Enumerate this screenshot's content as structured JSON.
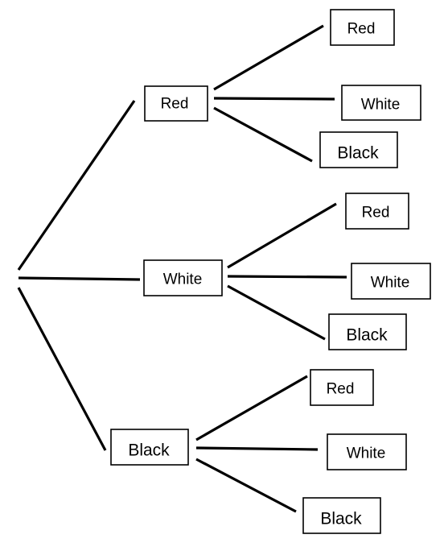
{
  "tree": {
    "branches": [
      {
        "label": "Red",
        "children": [
          {
            "label": "Red"
          },
          {
            "label": "White"
          },
          {
            "label": "Black"
          }
        ]
      },
      {
        "label": "White",
        "children": [
          {
            "label": "Red"
          },
          {
            "label": "White"
          },
          {
            "label": "Black"
          }
        ]
      },
      {
        "label": "Black",
        "children": [
          {
            "label": "Red"
          },
          {
            "label": "White"
          },
          {
            "label": "Black"
          }
        ]
      }
    ]
  }
}
